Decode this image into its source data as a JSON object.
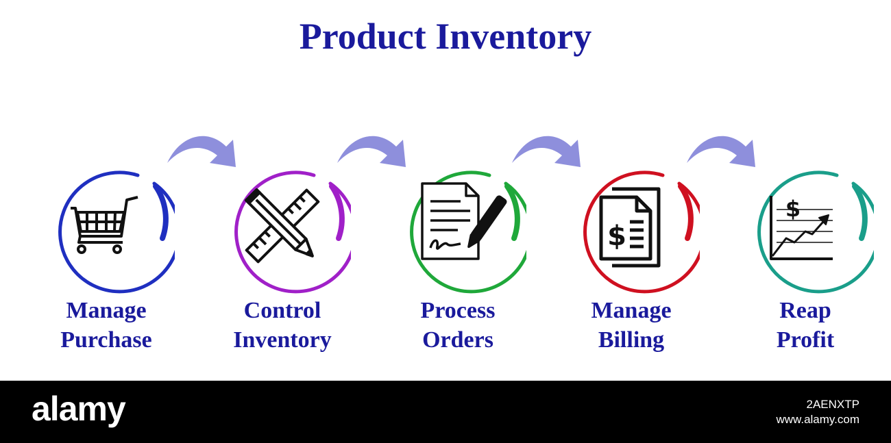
{
  "title": "Product Inventory",
  "steps": [
    {
      "line1": "Manage",
      "line2": "Purchase",
      "color": "#1f2fc0",
      "icon": "shopping-cart-icon"
    },
    {
      "line1": "Control",
      "line2": "Inventory",
      "color": "#a020c8",
      "icon": "pencil-ruler-icon"
    },
    {
      "line1": "Process",
      "line2": "Orders",
      "color": "#1fa83a",
      "icon": "signed-document-icon"
    },
    {
      "line1": "Manage",
      "line2": "Billing",
      "color": "#cf1020",
      "icon": "invoice-icon"
    },
    {
      "line1": "Reap",
      "line2": "Profit",
      "color": "#1a9e8a",
      "icon": "profit-chart-icon"
    }
  ],
  "arrow_color": "#8e8fdc",
  "footer": {
    "brand": "alamy",
    "image_id": "2AENXTP",
    "site": "www.alamy.com"
  }
}
